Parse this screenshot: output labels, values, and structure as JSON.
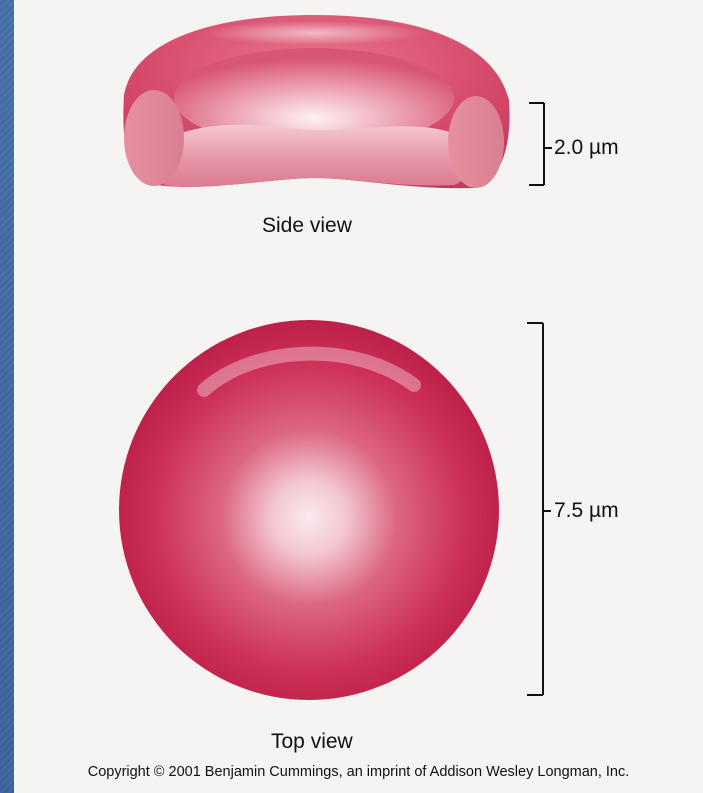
{
  "diagram": {
    "side_view": {
      "caption": "Side view",
      "thickness_label": "2.0 µm"
    },
    "top_view": {
      "caption": "Top view",
      "diameter_label": "7.5 µm"
    },
    "colors": {
      "cell_dark": "#c41e4b",
      "cell_mid": "#d94e6e",
      "cell_light": "#f7dde2",
      "background": "#f5f4f2",
      "slide_blue": "#3f6aa3"
    }
  },
  "copyright": "Copyright © 2001 Benjamin Cummings, an imprint of Addison Wesley Longman, Inc."
}
